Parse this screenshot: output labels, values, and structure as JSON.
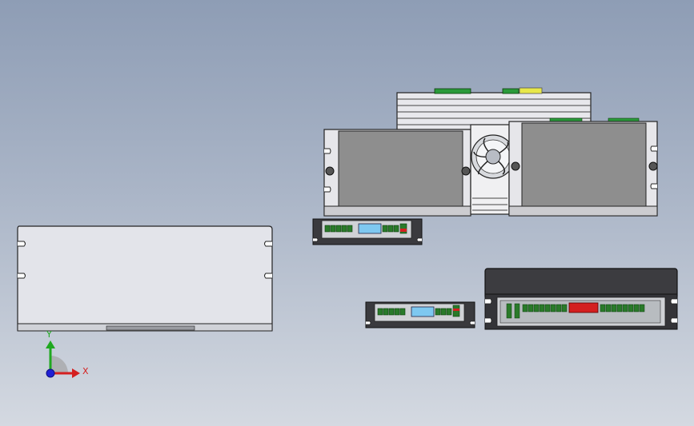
{
  "window": {
    "background_top": "#8e9db5",
    "background_bottom": "#d4d9e1"
  },
  "triad": {
    "x_label": "X",
    "y_label": "Y",
    "x_color": "#d42020",
    "y_color": "#1fa81f",
    "z_color": "#2020d4"
  },
  "parts": [
    {
      "id": "flat-plate",
      "icon": "sheet-plate-icon"
    },
    {
      "id": "fan-drive-assembly",
      "icon": "fan-icon"
    },
    {
      "id": "small-driver-top",
      "icon": "stepper-driver-icon"
    },
    {
      "id": "small-driver-bottom",
      "icon": "stepper-driver-icon"
    },
    {
      "id": "large-driver",
      "icon": "stepper-driver-icon"
    }
  ],
  "colors": {
    "terminal_green": "#2a7a2a",
    "connector_blue": "#7ec8f0",
    "display_red": "#d42020",
    "connector_yellow": "#e8e84a"
  }
}
